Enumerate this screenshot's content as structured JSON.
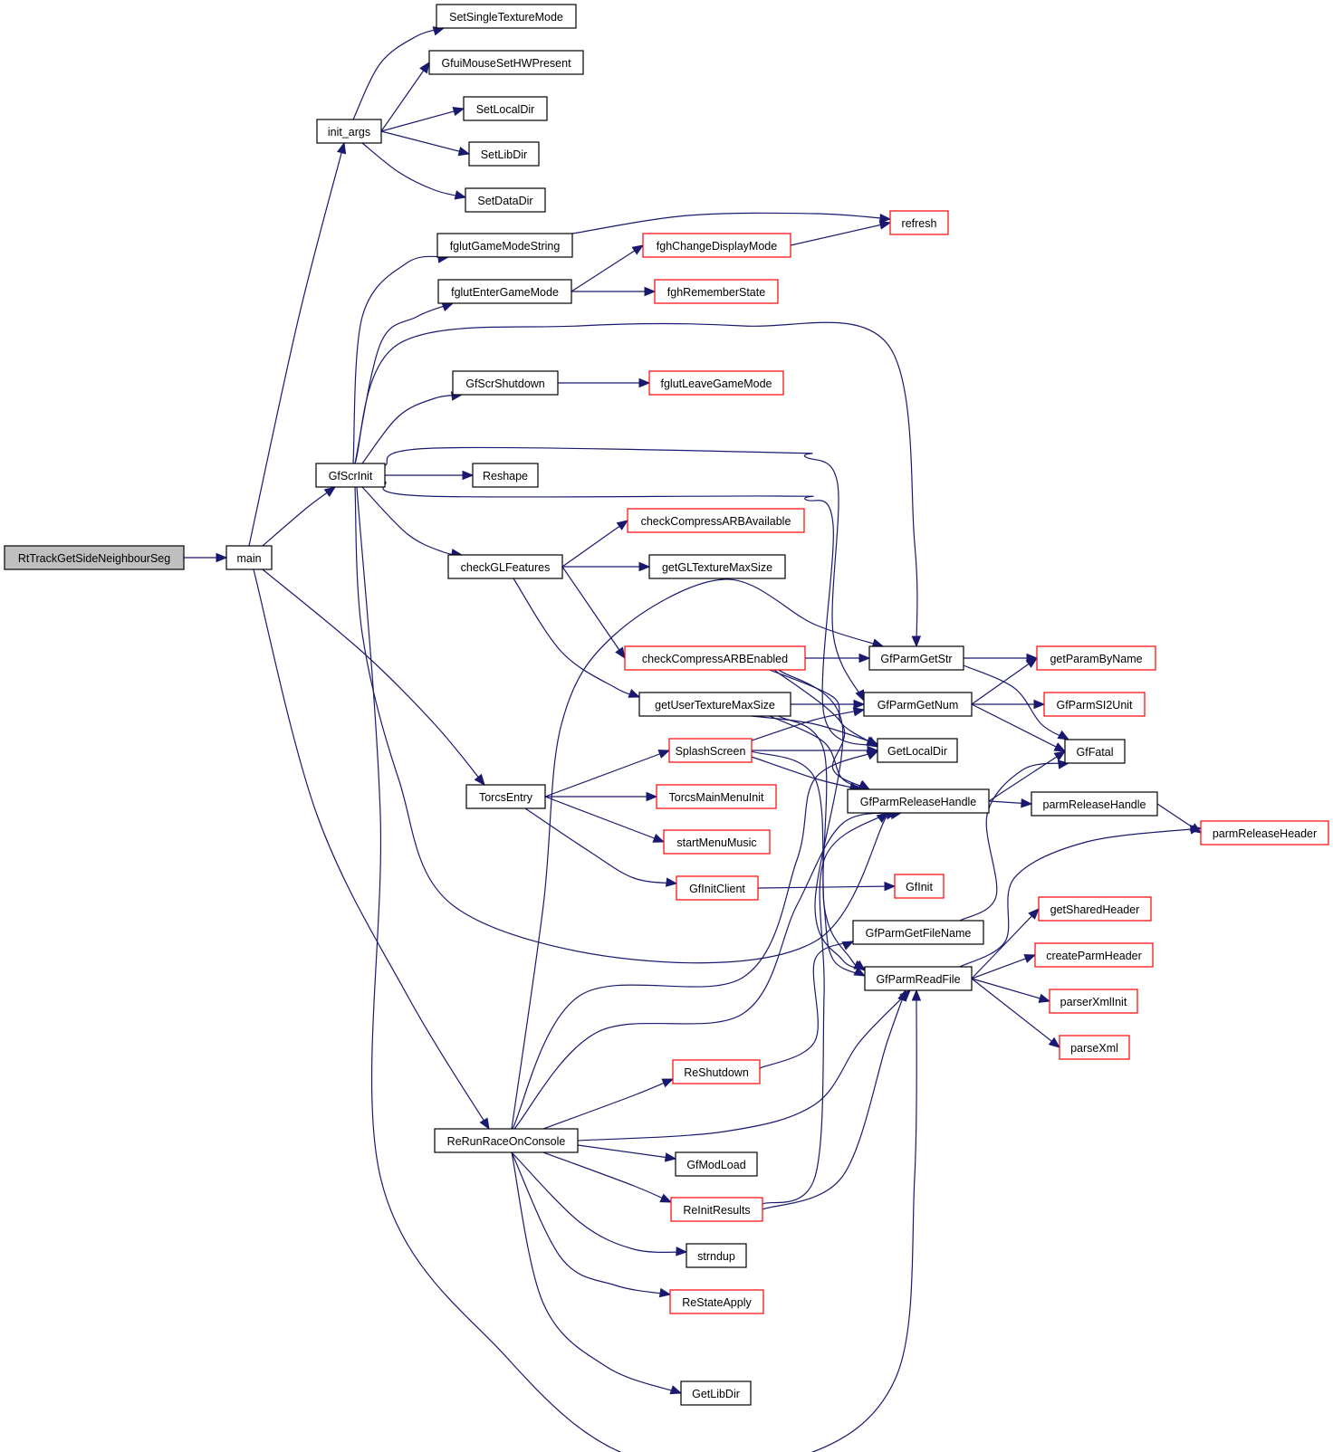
{
  "graph": {
    "title": "RtTrackGetSideNeighbourSeg call graph",
    "colors": {
      "edge": "#191970",
      "node_border": "#000000",
      "truncated_border": "#ff0000",
      "root_fill": "#bfbfbf",
      "node_fill": "#ffffff"
    },
    "nodes": [
      {
        "id": "RtTrackGetSideNeighbourSeg",
        "label": "RtTrackGetSideNeighbourSeg",
        "kind": "root"
      },
      {
        "id": "main",
        "label": "main",
        "kind": "normal"
      },
      {
        "id": "init_args",
        "label": "init_args",
        "kind": "normal"
      },
      {
        "id": "SetSingleTextureMode",
        "label": "SetSingleTextureMode",
        "kind": "normal"
      },
      {
        "id": "GfuiMouseSetHWPresent",
        "label": "GfuiMouseSetHWPresent",
        "kind": "normal"
      },
      {
        "id": "SetLocalDir",
        "label": "SetLocalDir",
        "kind": "normal"
      },
      {
        "id": "SetLibDir",
        "label": "SetLibDir",
        "kind": "normal"
      },
      {
        "id": "SetDataDir",
        "label": "SetDataDir",
        "kind": "normal"
      },
      {
        "id": "fglutGameModeString",
        "label": "fglutGameModeString",
        "kind": "normal"
      },
      {
        "id": "refresh",
        "label": "refresh",
        "kind": "truncated"
      },
      {
        "id": "fghChangeDisplayMode",
        "label": "fghChangeDisplayMode",
        "kind": "truncated"
      },
      {
        "id": "fglutEnterGameMode",
        "label": "fglutEnterGameMode",
        "kind": "normal"
      },
      {
        "id": "fghRememberState",
        "label": "fghRememberState",
        "kind": "truncated"
      },
      {
        "id": "GfScrShutdown",
        "label": "GfScrShutdown",
        "kind": "normal"
      },
      {
        "id": "fglutLeaveGameMode",
        "label": "fglutLeaveGameMode",
        "kind": "truncated"
      },
      {
        "id": "GfScrInit",
        "label": "GfScrInit",
        "kind": "normal"
      },
      {
        "id": "Reshape",
        "label": "Reshape",
        "kind": "normal"
      },
      {
        "id": "checkCompressARBAvailable",
        "label": "checkCompressARBAvailable",
        "kind": "truncated"
      },
      {
        "id": "checkGLFeatures",
        "label": "checkGLFeatures",
        "kind": "normal"
      },
      {
        "id": "getGLTextureMaxSize",
        "label": "getGLTextureMaxSize",
        "kind": "normal"
      },
      {
        "id": "checkCompressARBEnabled",
        "label": "checkCompressARBEnabled",
        "kind": "truncated"
      },
      {
        "id": "GfParmGetStr",
        "label": "GfParmGetStr",
        "kind": "normal"
      },
      {
        "id": "getParamByName",
        "label": "getParamByName",
        "kind": "truncated"
      },
      {
        "id": "getUserTextureMaxSize",
        "label": "getUserTextureMaxSize",
        "kind": "normal"
      },
      {
        "id": "GfParmGetNum",
        "label": "GfParmGetNum",
        "kind": "normal"
      },
      {
        "id": "GfParmSI2Unit",
        "label": "GfParmSI2Unit",
        "kind": "truncated"
      },
      {
        "id": "SplashScreen",
        "label": "SplashScreen",
        "kind": "truncated"
      },
      {
        "id": "GetLocalDir",
        "label": "GetLocalDir",
        "kind": "normal"
      },
      {
        "id": "GfFatal",
        "label": "GfFatal",
        "kind": "normal"
      },
      {
        "id": "TorcsEntry",
        "label": "TorcsEntry",
        "kind": "normal"
      },
      {
        "id": "TorcsMainMenuInit",
        "label": "TorcsMainMenuInit",
        "kind": "truncated"
      },
      {
        "id": "GfParmReleaseHandle",
        "label": "GfParmReleaseHandle",
        "kind": "normal"
      },
      {
        "id": "parmReleaseHandle",
        "label": "parmReleaseHandle",
        "kind": "normal"
      },
      {
        "id": "startMenuMusic",
        "label": "startMenuMusic",
        "kind": "truncated"
      },
      {
        "id": "parmReleaseHeader",
        "label": "parmReleaseHeader",
        "kind": "truncated"
      },
      {
        "id": "GfInitClient",
        "label": "GfInitClient",
        "kind": "truncated"
      },
      {
        "id": "GfInit",
        "label": "GfInit",
        "kind": "truncated"
      },
      {
        "id": "getSharedHeader",
        "label": "getSharedHeader",
        "kind": "truncated"
      },
      {
        "id": "GfParmGetFileName",
        "label": "GfParmGetFileName",
        "kind": "normal"
      },
      {
        "id": "createParmHeader",
        "label": "createParmHeader",
        "kind": "truncated"
      },
      {
        "id": "GfParmReadFile",
        "label": "GfParmReadFile",
        "kind": "normal"
      },
      {
        "id": "parserXmlInit",
        "label": "parserXmlInit",
        "kind": "truncated"
      },
      {
        "id": "parseXml",
        "label": "parseXml",
        "kind": "truncated"
      },
      {
        "id": "ReShutdown",
        "label": "ReShutdown",
        "kind": "truncated"
      },
      {
        "id": "ReRunRaceOnConsole",
        "label": "ReRunRaceOnConsole",
        "kind": "normal"
      },
      {
        "id": "GfModLoad",
        "label": "GfModLoad",
        "kind": "normal"
      },
      {
        "id": "ReInitResults",
        "label": "ReInitResults",
        "kind": "truncated"
      },
      {
        "id": "strndup",
        "label": "strndup",
        "kind": "normal"
      },
      {
        "id": "ReStateApply",
        "label": "ReStateApply",
        "kind": "truncated"
      },
      {
        "id": "GetLibDir",
        "label": "GetLibDir",
        "kind": "normal"
      }
    ],
    "edges": [
      [
        "RtTrackGetSideNeighbourSeg",
        "main"
      ],
      [
        "main",
        "init_args"
      ],
      [
        "main",
        "GfScrInit"
      ],
      [
        "main",
        "TorcsEntry"
      ],
      [
        "main",
        "ReRunRaceOnConsole"
      ],
      [
        "init_args",
        "SetSingleTextureMode"
      ],
      [
        "init_args",
        "GfuiMouseSetHWPresent"
      ],
      [
        "init_args",
        "SetLocalDir"
      ],
      [
        "init_args",
        "SetLibDir"
      ],
      [
        "init_args",
        "SetDataDir"
      ],
      [
        "fglutGameModeString",
        "refresh"
      ],
      [
        "fghChangeDisplayMode",
        "refresh"
      ],
      [
        "fglutEnterGameMode",
        "fghChangeDisplayMode"
      ],
      [
        "fglutEnterGameMode",
        "fghRememberState"
      ],
      [
        "GfScrShutdown",
        "fglutLeaveGameMode"
      ],
      [
        "GfScrInit",
        "fglutGameModeString"
      ],
      [
        "GfScrInit",
        "fglutEnterGameMode"
      ],
      [
        "GfScrInit",
        "GfParmGetStr"
      ],
      [
        "GfScrInit",
        "GfScrShutdown"
      ],
      [
        "GfScrInit",
        "GfParmGetNum"
      ],
      [
        "GfScrInit",
        "Reshape"
      ],
      [
        "GfScrInit",
        "GetLocalDir"
      ],
      [
        "GfScrInit",
        "checkGLFeatures"
      ],
      [
        "GfScrInit",
        "GfParmReleaseHandle"
      ],
      [
        "GfScrInit",
        "GfParmReadFile"
      ],
      [
        "checkGLFeatures",
        "checkCompressARBAvailable"
      ],
      [
        "checkGLFeatures",
        "getGLTextureMaxSize"
      ],
      [
        "checkGLFeatures",
        "checkCompressARBEnabled"
      ],
      [
        "checkGLFeatures",
        "getUserTextureMaxSize"
      ],
      [
        "checkCompressARBEnabled",
        "GfParmGetStr"
      ],
      [
        "checkCompressARBEnabled",
        "GetLocalDir"
      ],
      [
        "checkCompressARBEnabled",
        "GfParmReleaseHandle"
      ],
      [
        "checkCompressARBEnabled",
        "GfParmReadFile"
      ],
      [
        "getUserTextureMaxSize",
        "GfParmGetNum"
      ],
      [
        "getUserTextureMaxSize",
        "GetLocalDir"
      ],
      [
        "getUserTextureMaxSize",
        "GfParmReleaseHandle"
      ],
      [
        "getUserTextureMaxSize",
        "GfParmReadFile"
      ],
      [
        "GfParmGetStr",
        "getParamByName"
      ],
      [
        "GfParmGetStr",
        "GfFatal"
      ],
      [
        "GfParmGetNum",
        "getParamByName"
      ],
      [
        "GfParmGetNum",
        "GfParmSI2Unit"
      ],
      [
        "GfParmGetNum",
        "GfFatal"
      ],
      [
        "SplashScreen",
        "GfParmGetNum"
      ],
      [
        "SplashScreen",
        "GetLocalDir"
      ],
      [
        "SplashScreen",
        "GfParmReleaseHandle"
      ],
      [
        "SplashScreen",
        "GfParmReadFile"
      ],
      [
        "TorcsEntry",
        "SplashScreen"
      ],
      [
        "TorcsEntry",
        "TorcsMainMenuInit"
      ],
      [
        "TorcsEntry",
        "startMenuMusic"
      ],
      [
        "TorcsEntry",
        "GfInitClient"
      ],
      [
        "GfInitClient",
        "GfInit"
      ],
      [
        "GfParmReleaseHandle",
        "GfFatal"
      ],
      [
        "GfParmReleaseHandle",
        "parmReleaseHandle"
      ],
      [
        "parmReleaseHandle",
        "parmReleaseHeader"
      ],
      [
        "GfParmGetFileName",
        "GfFatal"
      ],
      [
        "GfParmReadFile",
        "parmReleaseHeader"
      ],
      [
        "GfParmReadFile",
        "getSharedHeader"
      ],
      [
        "GfParmReadFile",
        "createParmHeader"
      ],
      [
        "GfParmReadFile",
        "parserXmlInit"
      ],
      [
        "GfParmReadFile",
        "parseXml"
      ],
      [
        "ReShutdown",
        "GfParmGetFileName"
      ],
      [
        "ReRunRaceOnConsole",
        "GfParmGetStr"
      ],
      [
        "ReRunRaceOnConsole",
        "GetLocalDir"
      ],
      [
        "ReRunRaceOnConsole",
        "GfParmReleaseHandle"
      ],
      [
        "ReRunRaceOnConsole",
        "ReShutdown"
      ],
      [
        "ReRunRaceOnConsole",
        "GfParmReadFile"
      ],
      [
        "ReRunRaceOnConsole",
        "GfModLoad"
      ],
      [
        "ReRunRaceOnConsole",
        "ReInitResults"
      ],
      [
        "ReRunRaceOnConsole",
        "strndup"
      ],
      [
        "ReRunRaceOnConsole",
        "ReStateApply"
      ],
      [
        "ReRunRaceOnConsole",
        "GetLibDir"
      ],
      [
        "ReInitResults",
        "GfParmReleaseHandle"
      ],
      [
        "ReInitResults",
        "GfParmReadFile"
      ]
    ]
  }
}
